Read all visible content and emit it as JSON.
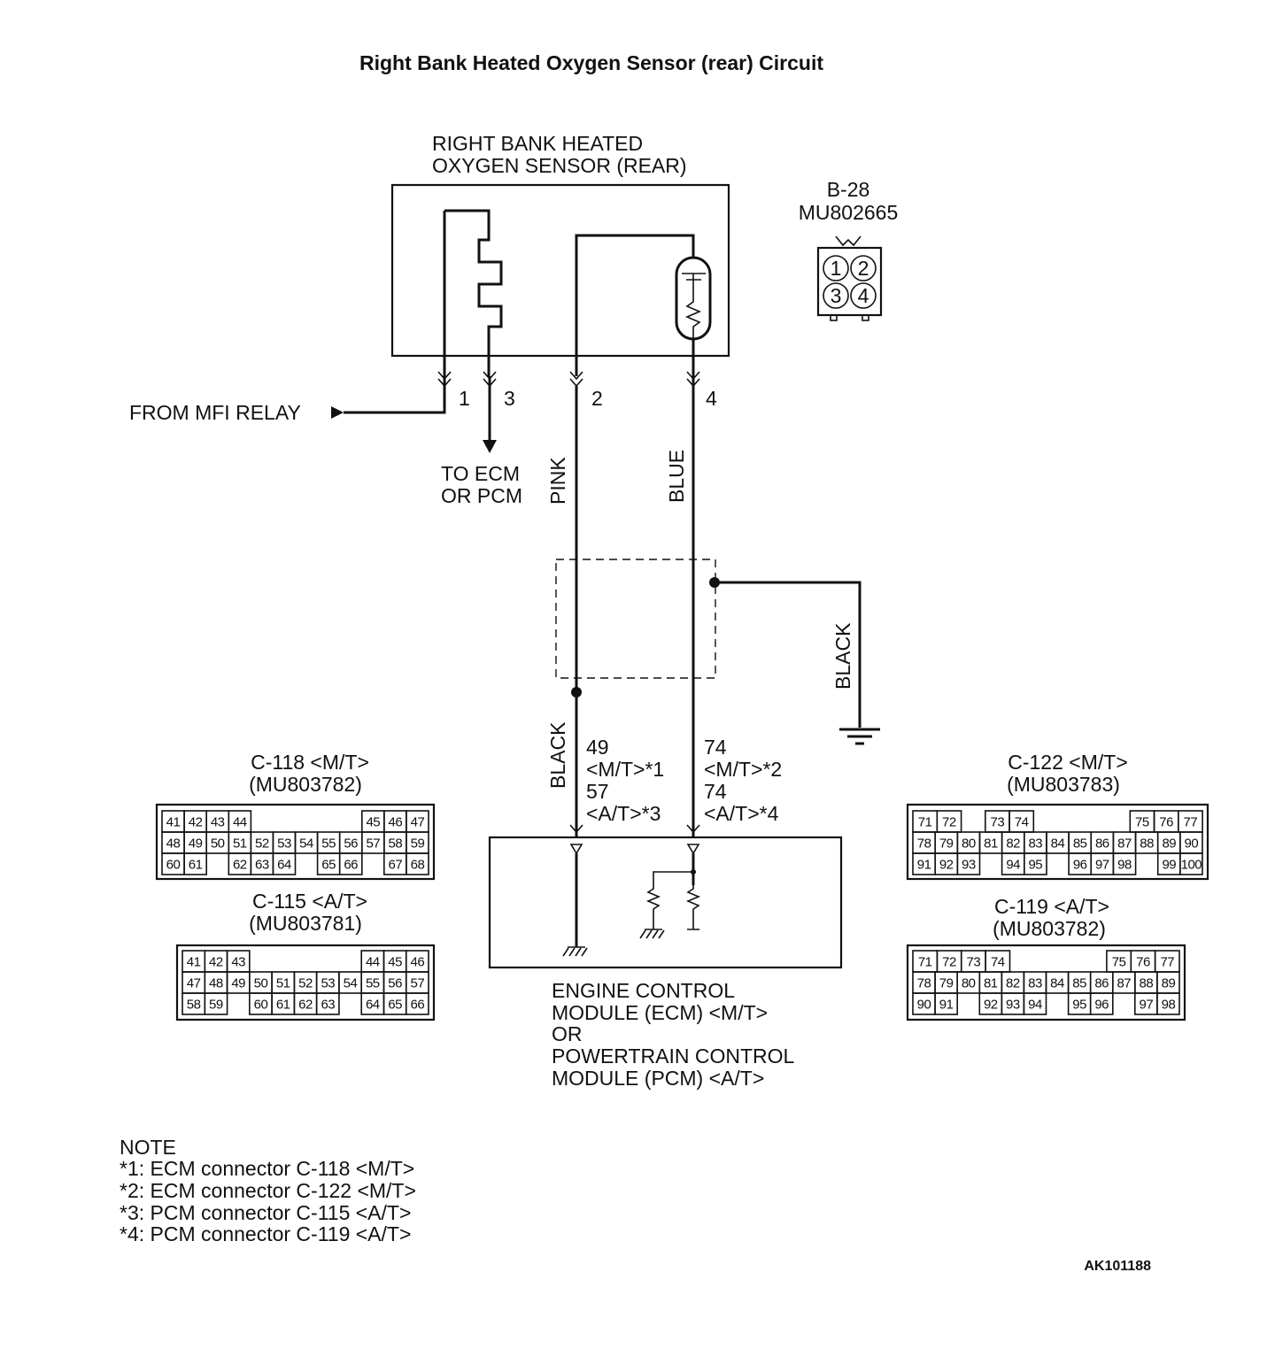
{
  "title": "Right Bank Heated Oxygen Sensor (rear) Circuit",
  "sensor": {
    "label_line1": "RIGHT BANK HEATED",
    "label_line2": "OXYGEN SENSOR (REAR)",
    "pins": [
      "1",
      "3",
      "2",
      "4"
    ]
  },
  "b28": {
    "name": "B-28",
    "part": "MU802665",
    "pins": [
      "1",
      "2",
      "3",
      "4"
    ]
  },
  "wires": {
    "pink": "PINK",
    "blue": "BLUE",
    "black_shield": "BLACK",
    "black_left": "BLACK"
  },
  "mfi": "FROM MFI RELAY",
  "to_ecm": {
    "line1": "TO ECM",
    "line2": "OR PCM"
  },
  "terminals": {
    "left": [
      "49",
      "<M/T>*1",
      "57",
      "<A/T>*3"
    ],
    "right": [
      "74",
      "<M/T>*2",
      "74",
      "<A/T>*4"
    ]
  },
  "module": {
    "line1": "ENGINE CONTROL",
    "line2": "MODULE (ECM) <M/T>",
    "line3": "OR",
    "line4": "POWERTRAIN CONTROL",
    "line5": "MODULE (PCM) <A/T>"
  },
  "connectors": [
    {
      "key": "c118",
      "name": "C-118 <M/T>",
      "part": "(MU803782)",
      "rows": [
        [
          "41",
          "42",
          "43",
          "44",
          "",
          "",
          "",
          "",
          "",
          "45",
          "46",
          "47"
        ],
        [
          "48",
          "49",
          "50",
          "51",
          "52",
          "53",
          "54",
          "55",
          "56",
          "57",
          "58",
          "59"
        ],
        [
          "60",
          "61",
          "",
          "62",
          "63",
          "64",
          "",
          "65",
          "66",
          "",
          "67",
          "68"
        ]
      ]
    },
    {
      "key": "c115",
      "name": "C-115 <A/T>",
      "part": "(MU803781)",
      "rows": [
        [
          "41",
          "42",
          "43",
          "",
          "",
          "",
          "",
          "",
          "44",
          "45",
          "46"
        ],
        [
          "47",
          "48",
          "49",
          "50",
          "51",
          "52",
          "53",
          "54",
          "55",
          "56",
          "57"
        ],
        [
          "58",
          "59",
          "",
          "60",
          "61",
          "62",
          "63",
          "",
          "64",
          "65",
          "66"
        ]
      ]
    },
    {
      "key": "c122",
      "name": "C-122 <M/T>",
      "part": "(MU803783)",
      "rows": [
        [
          "71",
          "72",
          "",
          "73",
          "74",
          "",
          "",
          "",
          "",
          "75",
          "76",
          "77"
        ],
        [
          "78",
          "79",
          "80",
          "81",
          "82",
          "83",
          "84",
          "85",
          "86",
          "87",
          "88",
          "89",
          "90"
        ],
        [
          "91",
          "92",
          "93",
          "",
          "94",
          "95",
          "",
          "96",
          "97",
          "98",
          "",
          "99",
          "100"
        ]
      ]
    },
    {
      "key": "c119",
      "name": "C-119 <A/T>",
      "part": "(MU803782)",
      "rows": [
        [
          "71",
          "72",
          "73",
          "74",
          "",
          "",
          "",
          "",
          "75",
          "76",
          "77"
        ],
        [
          "78",
          "79",
          "80",
          "81",
          "82",
          "83",
          "84",
          "85",
          "86",
          "87",
          "88",
          "89"
        ],
        [
          "90",
          "91",
          "",
          "92",
          "93",
          "94",
          "",
          "95",
          "96",
          "",
          "97",
          "98"
        ]
      ]
    }
  ],
  "notes": {
    "heading": "NOTE",
    "items": [
      "*1: ECM connector C-118 <M/T>",
      "*2: ECM connector C-122 <M/T>",
      "*3: PCM connector C-115 <A/T>",
      "*4: PCM connector C-119 <A/T>"
    ]
  },
  "figure_code": "AK101188"
}
